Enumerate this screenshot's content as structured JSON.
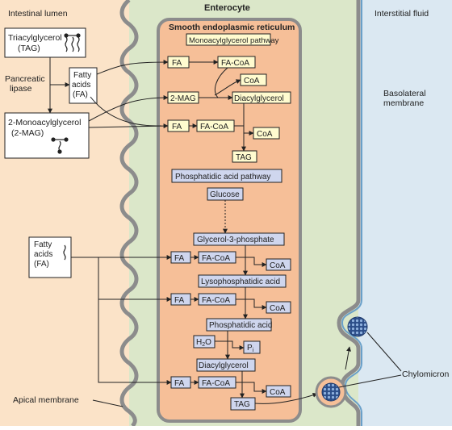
{
  "regions": {
    "intestinal_lumen": "Intestinal lumen",
    "enterocyte": "Enterocyte",
    "interstitial_fluid": "Interstitial fluid",
    "ser": "Smooth endoplasmic reticulum",
    "basolateral_line1": "Basolateral",
    "basolateral_line2": "membrane",
    "apical_membrane": "Apical membrane",
    "chylomicron": "Chylomicron"
  },
  "lumen": {
    "tag_line1": "Triacylglycerol",
    "tag_line2": "(TAG)",
    "lipase_line1": "Pancreatic",
    "lipase_line2": "lipase",
    "fa_line1": "Fatty",
    "fa_line2": "acids",
    "fa_line3": "(FA)",
    "mag_line1": "2-Monoacylglycerol",
    "mag_line2": "(2-MAG)",
    "fa2_line1": "Fatty",
    "fa2_line2": "acids",
    "fa2_line3": "(FA)"
  },
  "mag_pathway": {
    "title": "Monoacylglycerol pathway",
    "fa_1": "FA",
    "facoa_1": "FA-CoA",
    "coa_1": "CoA",
    "mag": "2-MAG",
    "dag": "Diacylglycerol",
    "fa_2": "FA",
    "facoa_2": "FA-CoA",
    "coa_2": "CoA",
    "tag": "TAG"
  },
  "pa_pathway": {
    "title": "Phosphatidic acid pathway",
    "glucose": "Glucose",
    "g3p": "Glycerol-3-phosphate",
    "fa_1": "FA",
    "facoa_1": "FA-CoA",
    "coa_1": "CoA",
    "lpa": "Lysophosphatidic acid",
    "fa_2": "FA",
    "facoa_2": "FA-CoA",
    "coa_2": "CoA",
    "pa": "Phosphatidic acid",
    "h2o_h": "H",
    "h2o_sub": "2",
    "h2o_o": "O",
    "pi_p": "P",
    "pi_sub": "i",
    "dag": "Diacylglycerol",
    "fa_3": "FA",
    "facoa_3": "FA-CoA",
    "coa_3": "CoA",
    "tag": "TAG"
  },
  "colors": {
    "lumen_bg": "#fbe3c8",
    "cell_bg": "#dbe7c9",
    "interstitial_bg": "#dbe8f2",
    "ser_fill": "#f6bf98",
    "membrane": "#8c8c8c",
    "membrane_blue": "#6aa0c9",
    "yellow_box": "#fffbcf",
    "blue_box": "#cfd6ee",
    "chylo": "#3a5f9e"
  }
}
